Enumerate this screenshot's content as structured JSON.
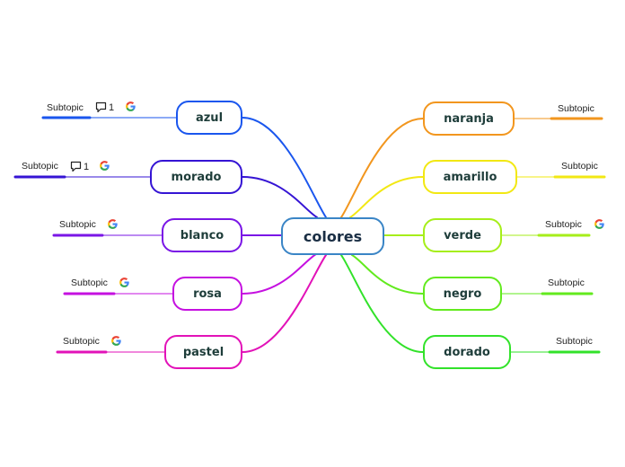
{
  "central": {
    "label": "colores",
    "color": "#3a85c6"
  },
  "left_branches": [
    {
      "label": "azul",
      "color": "#1a56ee",
      "subtopic": "Subtopic",
      "comments": "1",
      "google": true
    },
    {
      "label": "morado",
      "color": "#3514d4",
      "subtopic": "Subtopic",
      "comments": "1",
      "google": true
    },
    {
      "label": "blanco",
      "color": "#7a16e6",
      "subtopic": "Subtopic",
      "comments": "",
      "google": true
    },
    {
      "label": "rosa",
      "color": "#c510e0",
      "subtopic": "Subtopic",
      "comments": "",
      "google": true
    },
    {
      "label": "pastel",
      "color": "#e212b8",
      "subtopic": "Subtopic",
      "comments": "",
      "google": true
    }
  ],
  "right_branches": [
    {
      "label": "naranja",
      "color": "#f2961e",
      "subtopic": "Subtopic",
      "google": false
    },
    {
      "label": "amarillo",
      "color": "#f2e813",
      "subtopic": "Subtopic",
      "google": false
    },
    {
      "label": "verde",
      "color": "#a6ee1a",
      "subtopic": "Subtopic",
      "google": true
    },
    {
      "label": "negro",
      "color": "#62ea1e",
      "subtopic": "Subtopic",
      "google": false
    },
    {
      "label": "dorado",
      "color": "#32e22a",
      "subtopic": "Subtopic",
      "google": false
    }
  ],
  "icons": {
    "comment": "comment-icon",
    "google": "google-icon"
  }
}
